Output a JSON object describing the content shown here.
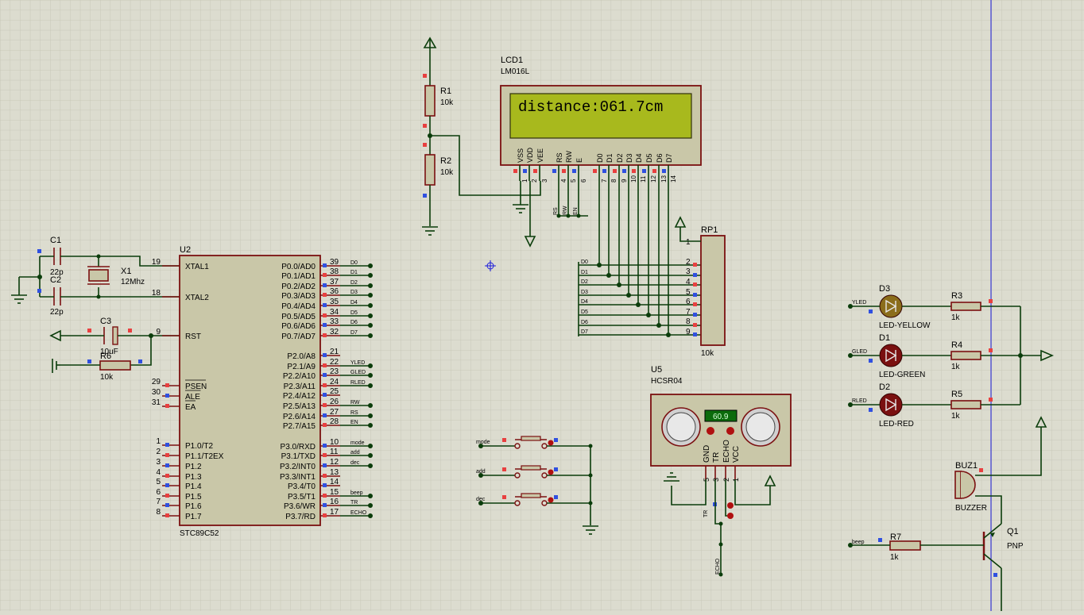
{
  "lcd": {
    "ref": "LCD1",
    "part": "LM016L",
    "display": "distance:061.7cm",
    "pins": [
      "VSS",
      "VDD",
      "VEE",
      "RS",
      "RW",
      "E",
      "D0",
      "D1",
      "D2",
      "D3",
      "D4",
      "D5",
      "D6",
      "D7"
    ],
    "nums": [
      "1",
      "2",
      "3",
      "4",
      "5",
      "6",
      "7",
      "8",
      "9",
      "10",
      "11",
      "12",
      "13",
      "14"
    ],
    "nets": [
      "RS",
      "RW",
      "EN"
    ]
  },
  "r1": {
    "ref": "R1",
    "val": "10k"
  },
  "r2": {
    "ref": "R2",
    "val": "10k"
  },
  "rp1": {
    "ref": "RP1",
    "val": "10k",
    "nums": [
      "1",
      "2",
      "3",
      "4",
      "5",
      "6",
      "7",
      "8",
      "9"
    ],
    "nets": [
      "D0",
      "D1",
      "D2",
      "D3",
      "D4",
      "D5",
      "D6",
      "D7"
    ]
  },
  "c1": {
    "ref": "C1",
    "val": "22p"
  },
  "c2": {
    "ref": "C2",
    "val": "22p"
  },
  "c3": {
    "ref": "C3",
    "val": "10uF"
  },
  "x1": {
    "ref": "X1",
    "val": "12Mhz"
  },
  "r6": {
    "ref": "R6",
    "val": "10k"
  },
  "mcu": {
    "ref": "U2",
    "part": "STC89C52",
    "left": [
      {
        "n": "19",
        "name": "XTAL1"
      },
      {
        "n": "18",
        "name": "XTAL2"
      },
      {
        "n": "9",
        "name": "RST"
      },
      {
        "n": "29",
        "name": "PSEN"
      },
      {
        "n": "30",
        "name": "ALE"
      },
      {
        "n": "31",
        "name": "EA"
      },
      {
        "n": "1",
        "name": "P1.0/T2"
      },
      {
        "n": "2",
        "name": "P1.1/T2EX"
      },
      {
        "n": "3",
        "name": "P1.2"
      },
      {
        "n": "4",
        "name": "P1.3"
      },
      {
        "n": "5",
        "name": "P1.4"
      },
      {
        "n": "6",
        "name": "P1.5"
      },
      {
        "n": "7",
        "name": "P1.6"
      },
      {
        "n": "8",
        "name": "P1.7"
      }
    ],
    "right": [
      {
        "n": "39",
        "name": "P0.0/AD0",
        "net": "D0"
      },
      {
        "n": "38",
        "name": "P0.1/AD1",
        "net": "D1"
      },
      {
        "n": "37",
        "name": "P0.2/AD2",
        "net": "D2"
      },
      {
        "n": "36",
        "name": "P0.3/AD3",
        "net": "D3"
      },
      {
        "n": "35",
        "name": "P0.4/AD4",
        "net": "D4"
      },
      {
        "n": "34",
        "name": "P0.5/AD5",
        "net": "D5"
      },
      {
        "n": "33",
        "name": "P0.6/AD6",
        "net": "D6"
      },
      {
        "n": "32",
        "name": "P0.7/AD7",
        "net": "D7"
      },
      {
        "n": "21",
        "name": "P2.0/A8",
        "net": ""
      },
      {
        "n": "22",
        "name": "P2.1/A9",
        "net": "YLED"
      },
      {
        "n": "23",
        "name": "P2.2/A10",
        "net": "GLED"
      },
      {
        "n": "24",
        "name": "P2.3/A11",
        "net": "RLED"
      },
      {
        "n": "25",
        "name": "P2.4/A12",
        "net": ""
      },
      {
        "n": "26",
        "name": "P2.5/A13",
        "net": "RW"
      },
      {
        "n": "27",
        "name": "P2.6/A14",
        "net": "RS"
      },
      {
        "n": "28",
        "name": "P2.7/A15",
        "net": "EN"
      },
      {
        "n": "10",
        "name": "P3.0/RXD",
        "net": "mode"
      },
      {
        "n": "11",
        "name": "P3.1/TXD",
        "net": "add"
      },
      {
        "n": "12",
        "name": "P3.2/INT0",
        "net": "dec"
      },
      {
        "n": "13",
        "name": "P3.3/INT1",
        "net": ""
      },
      {
        "n": "14",
        "name": "P3.4/T0",
        "net": ""
      },
      {
        "n": "15",
        "name": "P3.5/T1",
        "net": "beep"
      },
      {
        "n": "16",
        "name": "P3.6/WR",
        "net": "TR"
      },
      {
        "n": "17",
        "name": "P3.7/RD",
        "net": "ECHO"
      }
    ]
  },
  "buttons": {
    "nets": [
      "mode",
      "add",
      "dec"
    ]
  },
  "sensor": {
    "ref": "U5",
    "part": "HCSR04",
    "readout": "60.9",
    "pins": [
      "GND",
      "TR",
      "ECHO",
      "VCC"
    ],
    "nums": [
      "5",
      "3",
      "2",
      "1"
    ],
    "nets": [
      "TR",
      "ECHO"
    ]
  },
  "leds": [
    {
      "ref": "D3",
      "name": "LED-YELLOW",
      "net": "YLED",
      "r": "R3",
      "val": "1k",
      "color": "#8b6d1b"
    },
    {
      "ref": "D1",
      "name": "LED-GREEN",
      "net": "GLED",
      "r": "R4",
      "val": "1k",
      "color": "#7a1010"
    },
    {
      "ref": "D2",
      "name": "LED-RED",
      "net": "RLED",
      "r": "R5",
      "val": "1k",
      "color": "#7a1010"
    }
  ],
  "buzzer": {
    "ref": "BUZ1",
    "part": "BUZZER"
  },
  "r7": {
    "ref": "R7",
    "val": "1k",
    "net": "beep"
  },
  "q1": {
    "ref": "Q1",
    "part": "PNP"
  },
  "colors": {
    "background": "#dcdccf",
    "grid": "#c4c4b4",
    "wire": "#0b3d0b",
    "body": "#c9c7a8",
    "outline": "#7b1010",
    "lcd_screen": "#a8b91d",
    "pin_red": "#e84040",
    "pin_blue": "#3050e0",
    "marker": "#1d1ddb"
  }
}
